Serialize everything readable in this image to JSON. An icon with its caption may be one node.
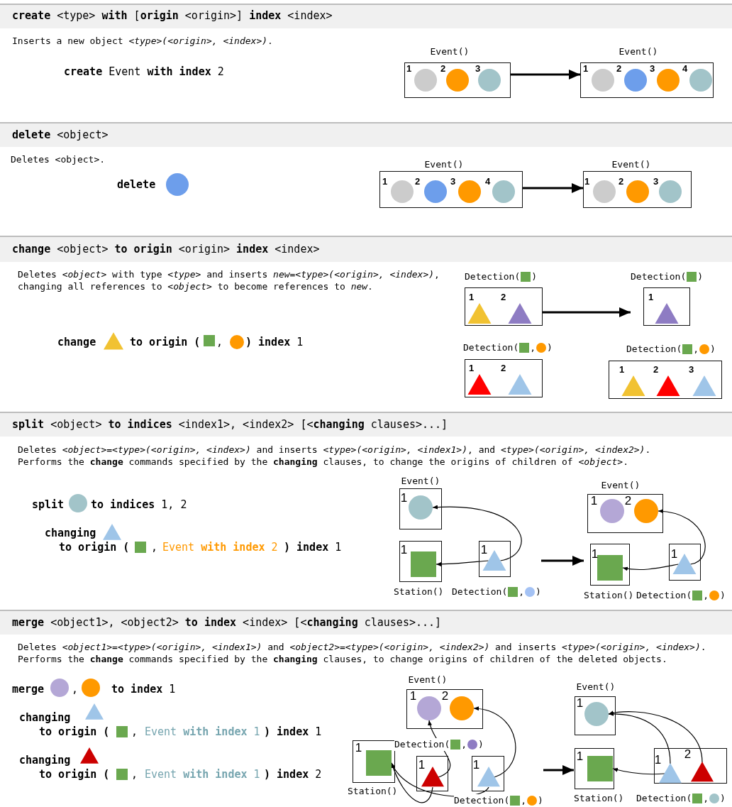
{
  "diagram": {
    "nodes": [
      {
        "text": [
          "Event()"
        ]
      },
      {
        "text": [],
        "shape": "circle",
        "in": 0,
        "beside": [
          "1"
        ]
      },
      {
        "text": [],
        "shape": "circle",
        "in": 0,
        "beside": [
          "2"
        ]
      },
      {
        "text": [],
        "shape": "circle",
        "in": 0,
        "beside": [
          "3"
        ]
      },
      {
        "text": [
          "Event()"
        ]
      },
      {
        "text": [],
        "shape": "circle",
        "in": 4,
        "beside": [
          "1"
        ]
      },
      {
        "text": [],
        "shape": "circle",
        "in": 4,
        "beside": [
          "2"
        ]
      },
      {
        "text": [],
        "shape": "circle",
        "in": 4,
        "beside": [
          "3"
        ]
      },
      {
        "text": [],
        "shape": "circle",
        "in": 4,
        "beside": [
          "4"
        ]
      },
      {
        "text": [
          "Event()"
        ]
      },
      {
        "text": [],
        "shape": "circle",
        "in": 9,
        "beside": [
          "1"
        ]
      },
      {
        "text": [],
        "shape": "circle",
        "in": 9,
        "beside": [
          "2"
        ]
      },
      {
        "text": [],
        "shape": "circle",
        "in": 9,
        "beside": [
          "3"
        ]
      },
      {
        "text": [],
        "shape": "circle",
        "in": 9,
        "beside": [
          "4"
        ]
      },
      {
        "text": [
          "Event()"
        ]
      },
      {
        "text": [],
        "shape": "circle",
        "in": 14,
        "beside": [
          "1"
        ]
      },
      {
        "text": [],
        "shape": "circle",
        "in": 14,
        "beside": [
          "2"
        ]
      },
      {
        "text": [],
        "shape": "circle",
        "in": 14,
        "beside": [
          "3"
        ]
      },
      {
        "text": [
          "Detection(",
          ")"
        ]
      },
      {
        "text": [],
        "shape": "triangle",
        "in": 18,
        "beside": [
          "1"
        ]
      },
      {
        "text": [],
        "shape": "triangle",
        "in": 18,
        "beside": [
          "2"
        ]
      },
      {
        "text": [
          "Detection(",
          ",",
          ")"
        ]
      },
      {
        "text": [],
        "shape": "triangle",
        "in": 21,
        "beside": [
          "1"
        ]
      },
      {
        "text": [],
        "shape": "triangle",
        "in": 21,
        "beside": [
          "2"
        ]
      },
      {
        "text": [
          "Detection(",
          ")"
        ]
      },
      {
        "text": [],
        "shape": "triangle",
        "in": 24,
        "beside": [
          "1"
        ]
      },
      {
        "text": [
          "Detection(",
          ",",
          ")"
        ]
      },
      {
        "text": [],
        "shape": "triangle",
        "in": 26,
        "beside": [
          "1"
        ]
      },
      {
        "text": [],
        "shape": "triangle",
        "in": 26,
        "beside": [
          "2"
        ]
      },
      {
        "text": [],
        "shape": "triangle",
        "in": 26,
        "beside": [
          "3"
        ]
      },
      {
        "text": [
          "Event()"
        ]
      },
      {
        "text": [],
        "shape": "circle",
        "in": 30,
        "beside": [
          "1"
        ]
      },
      {
        "text": [
          "Station()"
        ]
      },
      {
        "text": [],
        "shape": "square",
        "in": 32,
        "beside": [
          "1"
        ]
      },
      {
        "text": [
          "Detection(",
          ",",
          ")"
        ]
      },
      {
        "text": [],
        "shape": "triangle",
        "in": 34,
        "beside": [
          "1"
        ]
      },
      {
        "text": [
          "Event()"
        ]
      },
      {
        "text": [],
        "shape": "circle",
        "in": 36,
        "beside": [
          "1"
        ]
      },
      {
        "text": [],
        "shape": "circle",
        "in": 36,
        "beside": [
          "2"
        ]
      },
      {
        "text": [
          "Station()"
        ]
      },
      {
        "text": [],
        "shape": "square",
        "in": 39,
        "beside": [
          "1"
        ]
      },
      {
        "text": [
          "Detection(",
          ",",
          ")"
        ]
      },
      {
        "text": [],
        "shape": "triangle",
        "in": 41,
        "beside": [
          "1"
        ]
      },
      {
        "text": [
          "Event()"
        ]
      },
      {
        "text": [],
        "shape": "circle",
        "in": 43,
        "beside": [
          "1"
        ]
      },
      {
        "text": [],
        "shape": "circle",
        "in": 43,
        "beside": [
          "2"
        ]
      },
      {
        "text": [
          "Station()"
        ]
      },
      {
        "text": [],
        "shape": "square",
        "in": 46,
        "beside": [
          "1"
        ]
      },
      {
        "text": [
          "Detection(",
          ",",
          ")"
        ]
      },
      {
        "text": [],
        "shape": "triangle",
        "in": 48,
        "beside": [
          "1"
        ]
      },
      {
        "text": [
          "Detection(",
          ",",
          ")"
        ]
      },
      {
        "text": [],
        "shape": "triangle",
        "in": 50,
        "beside": [
          "1"
        ]
      },
      {
        "text": [
          "Event()"
        ]
      },
      {
        "text": [],
        "shape": "circle",
        "in": 52,
        "beside": [
          "1"
        ]
      },
      {
        "text": [
          "Station()"
        ]
      },
      {
        "text": [],
        "shape": "square",
        "in": 54,
        "beside": [
          "1"
        ]
      },
      {
        "text": [
          "Detection(",
          ",",
          ")"
        ]
      },
      {
        "text": [],
        "shape": "triangle",
        "in": 56,
        "beside": [
          "1"
        ]
      },
      {
        "text": [],
        "shape": "triangle",
        "in": 56,
        "beside": [
          "2"
        ]
      }
    ],
    "edges": [
      {
        "from": 0,
        "to": 4,
        "arrow": "to",
        "style": "thick"
      },
      {
        "from": 9,
        "to": 14,
        "arrow": "to",
        "style": "thick"
      },
      {
        "from": 18,
        "to": 24,
        "arrow": "to",
        "style": "thick"
      },
      {
        "from": 35,
        "to": 31,
        "arrow": "to"
      },
      {
        "from": 35,
        "to": 33,
        "arrow": "to"
      },
      {
        "from": 34,
        "to": 39,
        "arrow": "to",
        "style": "thick"
      },
      {
        "from": 42,
        "to": 38,
        "arrow": "to"
      },
      {
        "from": 42,
        "to": 40,
        "arrow": "to"
      },
      {
        "from": 49,
        "to": 44,
        "arrow": "to"
      },
      {
        "from": 49,
        "to": 47,
        "arrow": "to"
      },
      {
        "from": 51,
        "to": 45,
        "arrow": "to"
      },
      {
        "from": 51,
        "to": 47,
        "arrow": "to"
      },
      {
        "from": 50,
        "to": 54,
        "arrow": "to",
        "style": "thick"
      },
      {
        "from": 57,
        "to": 53,
        "arrow": "to"
      },
      {
        "from": 58,
        "to": 53,
        "arrow": "to"
      },
      {
        "from": 57,
        "to": 55,
        "arrow": "to"
      }
    ],
    "labels": [
      "**create** <type> **with** [**origin** <origin>] **index** <index>",
      "Inserts a new object *<type>(<origin>, <index>)*.",
      "**create** Event **with index** 2",
      "**delete** <object>",
      "Deletes <object>.",
      "delete",
      "**change** <object> **to origin** <origin> **index** <index>",
      "Deletes *<object>* with type *<type>* and inserts *new=<type>(<origin>, <index>)*, changing all references to *<object>* to become references to *new*.",
      "change",
      "to origin (",
      ",",
      "**) index** 1",
      "**split** <object> **to indices** <index1>, <index2> [<**changing** clauses>...]",
      "Deletes *<object>=<type>(<origin>, <index>)* and inserts *<type>(<origin>, <index1>)*, and *<type>(<origin>, <index2>)*. Performs the **change** commands specified by the **changing** clauses, to change the origins of children of *<object>*.",
      "split",
      "**to indices** 1, 2",
      "changing",
      "to origin (",
      ",",
      "Event **with index** 2",
      "**) index** 1",
      "**merge** <object1>, <object2> **to index** <index> [<**changing** clauses>...]",
      "Deletes *<object1>=<type>(<origin>, <index1>)* and *<object2>=<type>(<origin>, <index2>)* and inserts *<type>(<origin>, <index>)*. Performs the **change** commands specified by the **changing** clauses, to change origins of children of the deleted objects.",
      "merge",
      ",",
      "**to index** 1",
      "changing",
      "to origin (",
      ",",
      "Event **with index** 1",
      "**) index** 1",
      "changing",
      "to origin (",
      ",",
      "Event **with index** 1",
      "**) index** 2"
    ]
  }
}
